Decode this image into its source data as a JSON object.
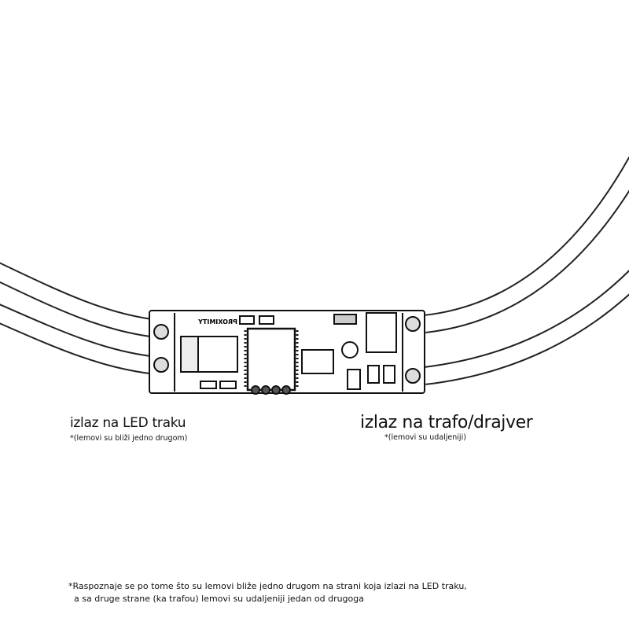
{
  "left_label": {
    "title": "izlaz na LED traku",
    "note": "*(lemovi su bliži jedno drugom)"
  },
  "right_label": {
    "title": "izlaz na trafo/drajver",
    "note": "*(lemovi su udaljeniji)"
  },
  "footnote": {
    "line1": "*Raspoznaje se po tome što su lemovi bliže jedno drugom na strani koja izlazi na LED traku,",
    "line2": "a sa druge strane (ka trafou) lemovi su udaljeniji jedan od drugoga"
  },
  "pcb": {
    "silkscreen": "PROXIMITY"
  }
}
